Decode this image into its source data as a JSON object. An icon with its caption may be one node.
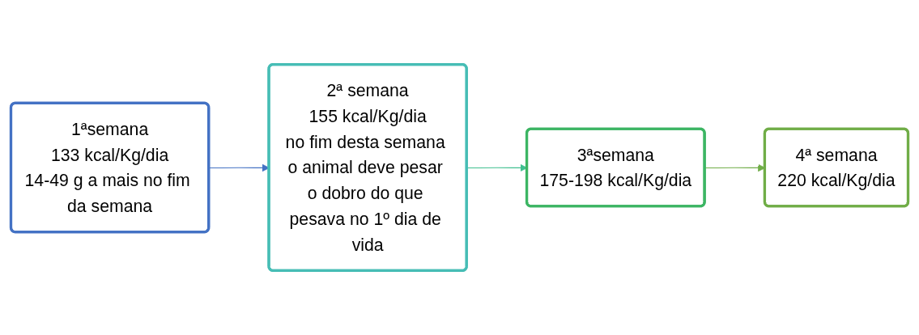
{
  "diagram": {
    "nodes": [
      {
        "text": [
          "1ªsemana",
          "133 kcal/Kg/dia",
          "14-49 g a mais no fim da semana"
        ]
      },
      {
        "text": [
          "2ª semana",
          "155 kcal/Kg/dia",
          "no fim desta semana o animal deve pesar o dobro do que pesava no 1º dia de vida"
        ]
      },
      {
        "text": [
          "3ªsemana",
          "175-198 kcal/Kg/dia"
        ]
      },
      {
        "text": [
          "4ª semana",
          "220 kcal/Kg/dia"
        ]
      }
    ],
    "edges": [
      {
        "from": 0,
        "to": 1,
        "arrow": "to",
        "color": "#4472c4"
      },
      {
        "from": 1,
        "to": 2,
        "arrow": "to",
        "color": "#3fbf8f"
      },
      {
        "from": 2,
        "to": 3,
        "arrow": "to",
        "color": "#70ad47"
      }
    ]
  }
}
